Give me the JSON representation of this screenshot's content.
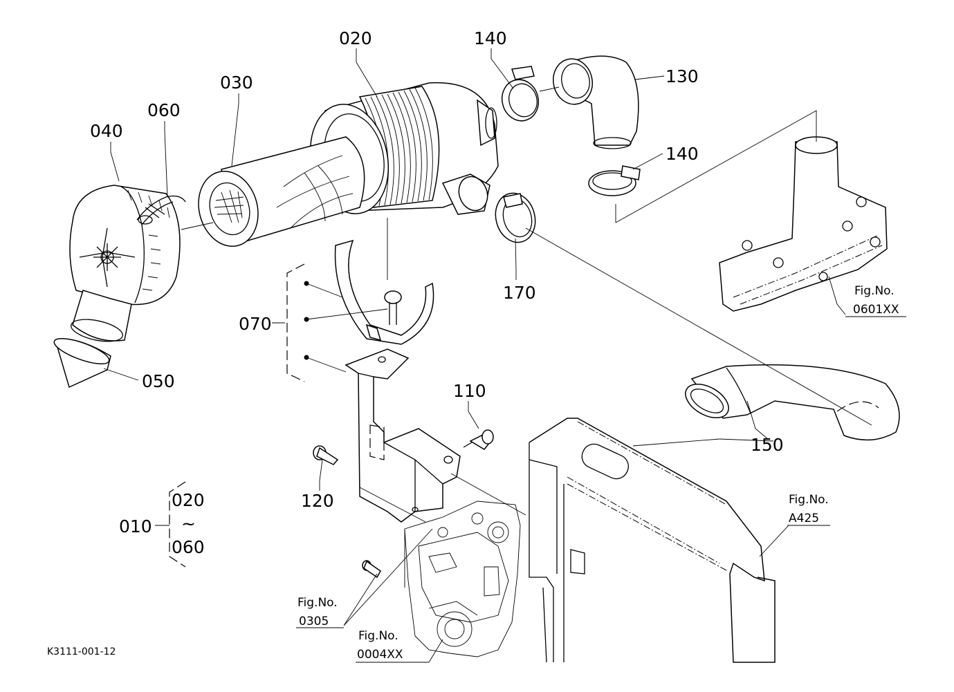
{
  "drawing_code": "K3111-001-12",
  "parts": {
    "p010": "010",
    "p020": "020",
    "p030": "030",
    "p040": "040",
    "p050": "050",
    "p060": "060",
    "p070": "070",
    "p110": "110",
    "p120": "120",
    "p130": "130",
    "p140a": "140",
    "p140b": "140",
    "p150": "150",
    "p170": "170"
  },
  "range_group": {
    "from": "020",
    "tilde": "~",
    "to": "060"
  },
  "references": [
    {
      "caption": "Fig.No.",
      "number": "0601XX"
    },
    {
      "caption": "Fig.No.",
      "number": "A425"
    },
    {
      "caption": "Fig.No.",
      "number": "0305"
    },
    {
      "caption": "Fig.No.",
      "number": "0004XX"
    }
  ]
}
